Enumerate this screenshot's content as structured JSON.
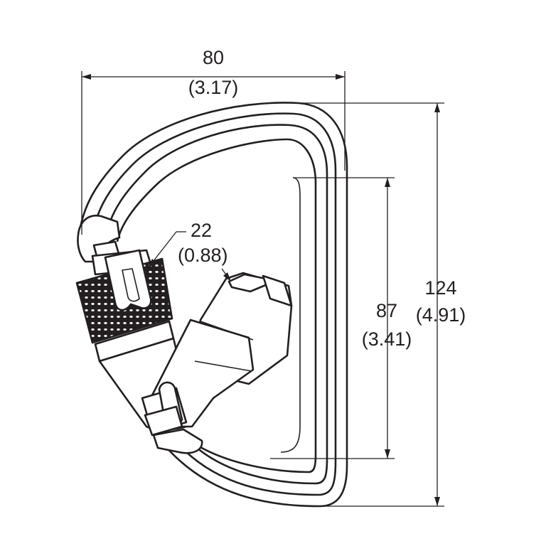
{
  "colors": {
    "ink": "#231f20",
    "background": "#ffffff"
  },
  "dimensions": {
    "width": {
      "mm": "80",
      "in": "(3.17)"
    },
    "gate_opening": {
      "mm": "22",
      "in": "(0.88)"
    },
    "inner_length": {
      "mm": "87",
      "in": "(3.41)"
    },
    "overall_length": {
      "mm": "124",
      "in": "(4.91)"
    }
  }
}
